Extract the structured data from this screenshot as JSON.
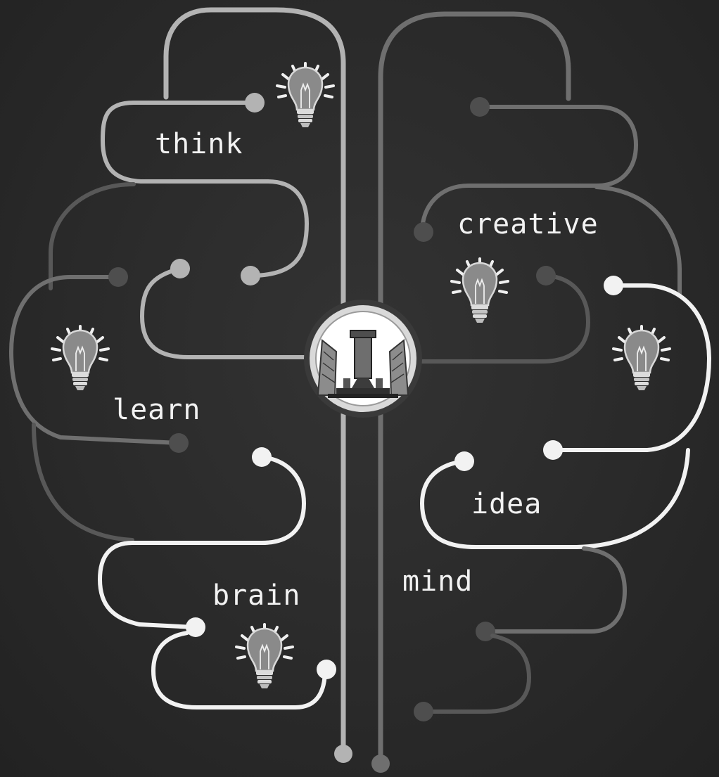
{
  "words": {
    "think": "think",
    "creative": "creative",
    "learn": "learn",
    "idea": "idea",
    "brain": "brain",
    "mind": "mind"
  },
  "colors": {
    "background": "#2b2b2b",
    "trace_light": "#b3b3b3",
    "trace_mid": "#6f6f6f",
    "trace_dark": "#585858",
    "trace_white": "#f2f2f2",
    "text": "#f2f2f2"
  },
  "icons": {
    "bulb": "light-bulb-icon",
    "center": "monument-emblem-icon"
  }
}
